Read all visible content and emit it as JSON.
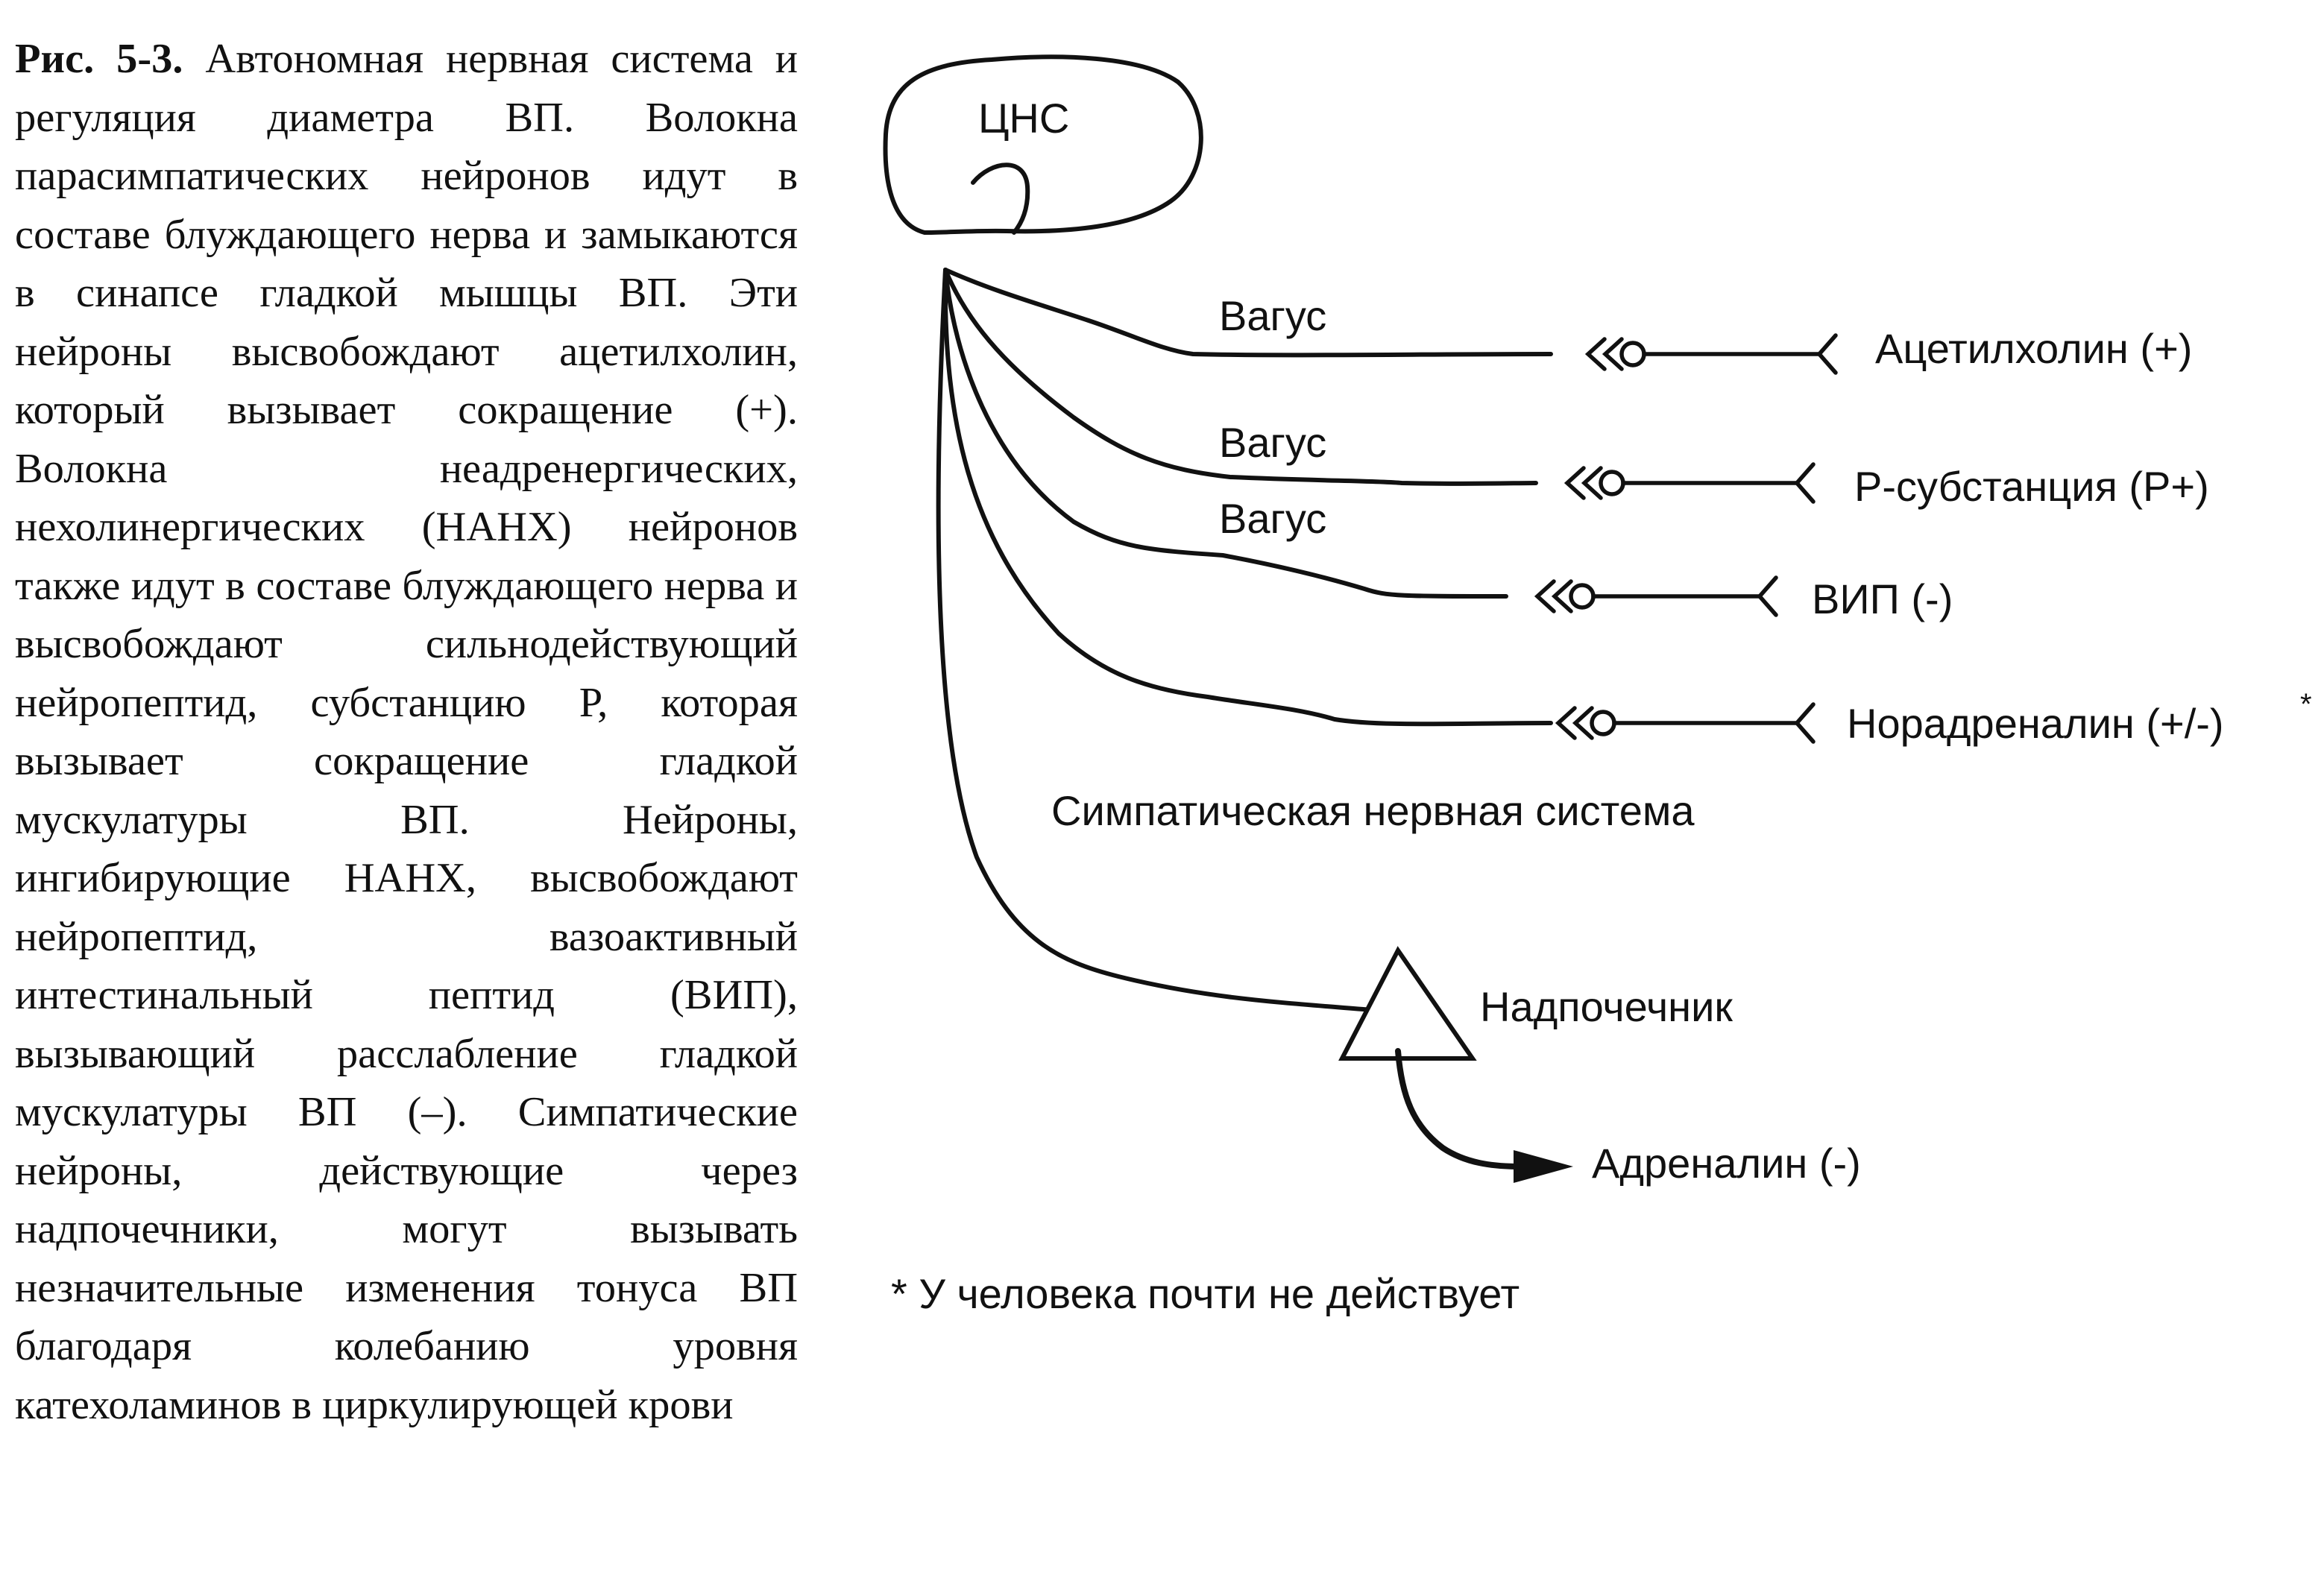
{
  "caption": {
    "figure_label": "Рис. 5-3.",
    "text": "Автономная нервная система и регуляция диаметра ВП. Волокна парасимпатических нейронов идут в составе блуждающего нерва и замыкаются в синапсе гладкой мышцы ВП. Эти нейроны высвобождают ацетилхолин, который вызывает сокращение (+). Волокна неадренергических, нехолинергических (НАНХ) нейронов также идут в составе блуждающего нерва и высвобождают сильнодействующий нейропептид, субстанцию Р, которая вызывает сокращение гладкой мускулатуры ВП. Нейроны, ингибирующие НАНХ, высвобождают нейропептид, вазоактивный интестинальный пептид (ВИП), вызывающий расслабление гладкой мускулатуры ВП (–). Симпатические нейроны, действующие через надпочечники, могут вызывать незначительные изменения тонуса ВП благодаря колебанию уровня катехоламинов в циркулирующей крови"
  },
  "diagram": {
    "cns_label": "ЦНС",
    "vagus_labels": [
      "Вагус",
      "Вагус",
      "Вагус"
    ],
    "transmitters": [
      "Ацетилхолин (+)",
      "Р-субстанция (Р+)",
      "ВИП (-)",
      "Норадреналин (+/-)"
    ],
    "footnote_marker": "*",
    "sympathetic_label": "Симпатическая нервная система",
    "adrenal_label": "Надпочечник",
    "adrenaline_label": "Адреналин (-)",
    "footnote": "* У человека почти не действует"
  }
}
